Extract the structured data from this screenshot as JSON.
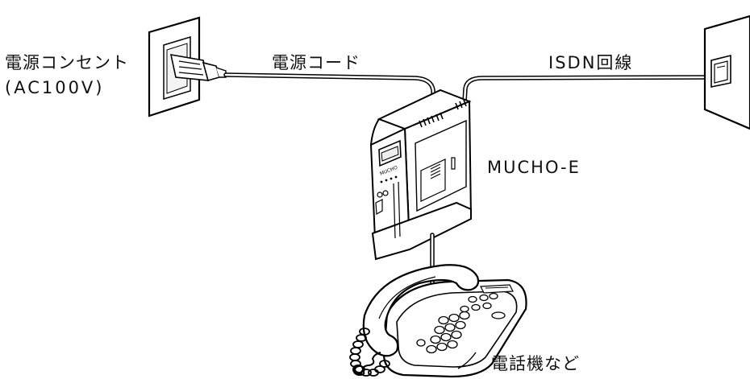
{
  "labels": {
    "outlet_line1": "電源コンセント",
    "outlet_line2": "(AC100V)",
    "power_cord": "電源コード",
    "isdn_line": "ISDN回線",
    "device_name": "MUCHO-E",
    "telephone": "電話機など"
  },
  "device_panel_text": "MUCHO"
}
